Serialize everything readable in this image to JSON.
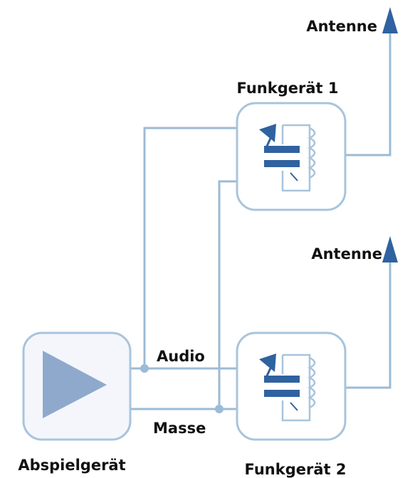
{
  "labels": {
    "antenna_top": "Antenne",
    "antenna_bottom": "Antenne",
    "radio_1": "Funkgerät 1",
    "radio_2": "Funkgerät 2",
    "player": "Abspielgerät",
    "audio": "Audio",
    "ground": "Masse"
  },
  "colors": {
    "wire": "#9bbbd6",
    "box_stroke": "#a8c4dc",
    "accent": "#2f62a0",
    "play_triangle": "#8fa9cc",
    "player_fill": "#f4f6fb"
  }
}
